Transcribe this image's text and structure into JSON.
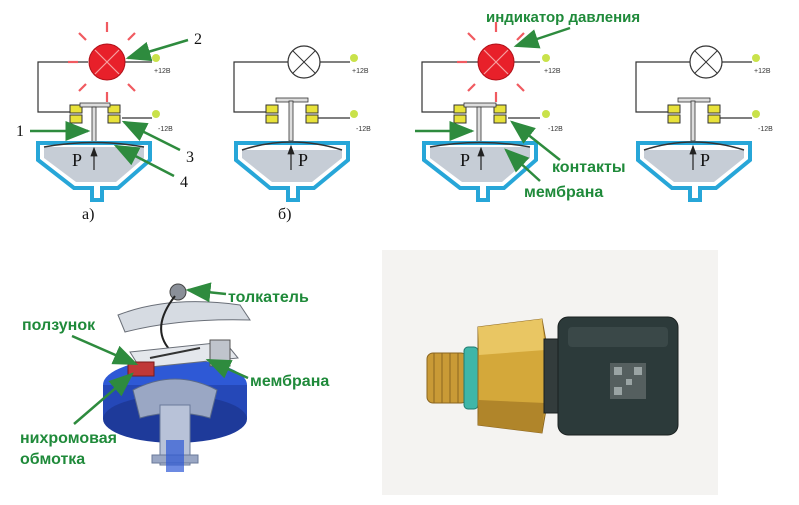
{
  "colors": {
    "lamp_on": "#e8202a",
    "lamp_glow": "#f05a60",
    "contact_pad": "#e8e23a",
    "terminal_dot": "#c9e24a",
    "housing": "#27a6d8",
    "membrane": "#c6cdd6",
    "label_green": "#1f8a3a",
    "arrow_green": "#2e8b3e",
    "sensor_body": "#2c3a3a",
    "sensor_brass": "#d4a83a",
    "sensor_seal": "#3fb6a8",
    "blue_housing": "#2e59d6"
  },
  "diagrams": {
    "a": {
      "caption": "а)",
      "plus_label": "+12В",
      "minus_label": "-12В",
      "pressure": "P",
      "numbers": [
        "1",
        "2",
        "3",
        "4"
      ],
      "lamp_state": "on"
    },
    "b": {
      "caption": "б)",
      "plus_label": "+12В",
      "minus_label": "-12В",
      "pressure": "P",
      "lamp_state": "off"
    },
    "c": {
      "plus_label": "+12В",
      "minus_label": "-12В",
      "pressure": "P",
      "lamp_state": "on",
      "labels": {
        "indicator": "индикатор давления",
        "contacts": "контакты",
        "membrane": "мембрана"
      }
    },
    "d": {
      "plus_label": "+12В",
      "minus_label": "-12В",
      "pressure": "P",
      "lamp_state": "off"
    }
  },
  "sensor_3d": {
    "labels": {
      "pusher": "толкатель",
      "slider": "ползунок",
      "membrane": "мембрана",
      "winding_line1": "нихромовая",
      "winding_line2": "обмотка"
    }
  },
  "product_photo": {
    "icon": "pressure-sensor-photo"
  }
}
